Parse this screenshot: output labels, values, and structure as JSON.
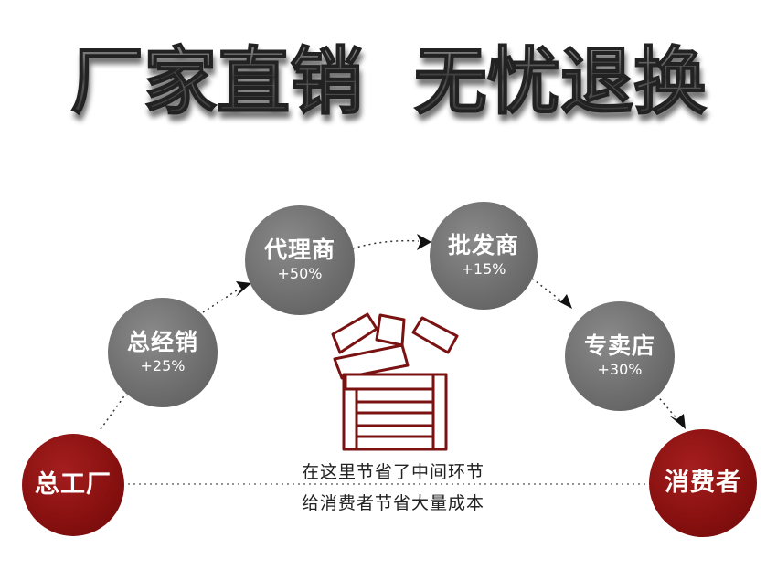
{
  "headline": "厂家直销  无忧退换",
  "nodes": [
    {
      "id": "factory",
      "name": "总工厂",
      "markup": ""
    },
    {
      "id": "distributor",
      "name": "总经销",
      "markup": "+25%"
    },
    {
      "id": "agent",
      "name": "代理商",
      "markup": "+50%"
    },
    {
      "id": "wholesaler",
      "name": "批发商",
      "markup": "+15%"
    },
    {
      "id": "store",
      "name": "专卖店",
      "markup": "+30%"
    },
    {
      "id": "consumer",
      "name": "消费者",
      "markup": ""
    }
  ],
  "save_char": "省",
  "notes": [
    "在这里节省了中间环节",
    "给消费者节省大量成本"
  ],
  "colors": {
    "gray_node": "#6f6f6f",
    "red_node": "#86100f",
    "save_outline": "#7a1212",
    "headline_fill": "#444444"
  }
}
